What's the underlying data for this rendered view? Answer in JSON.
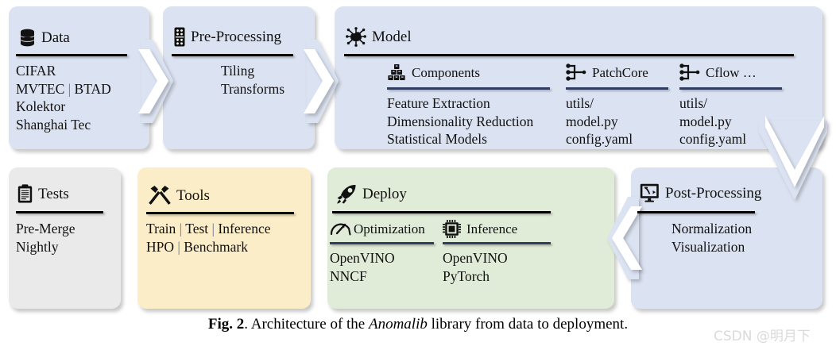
{
  "figure": {
    "caption_prefix": "Fig. 2",
    "caption_rest_a": ". Architecture of the ",
    "caption_em": "Anomalib",
    "caption_rest_b": " library from data to deployment.",
    "watermark": "CSDN @明月下"
  },
  "colors": {
    "blue": "#dbe2f1",
    "gray": "#eaeaea",
    "cream": "#fcedc9",
    "green": "#e1ecd8",
    "rule": "#000000",
    "rule_sub": "#2f3d63",
    "text": "#111111",
    "watermark": "#dadada"
  },
  "blocks": {
    "data": {
      "title": "Data",
      "icon": "database-icon",
      "items": [
        "CIFAR",
        "MVTEC | BTAD",
        "Kolektor",
        "Shanghai Tec"
      ]
    },
    "preprocessing": {
      "title": "Pre-Processing",
      "icon": "domino-icon",
      "items": [
        "Tiling",
        "Transforms"
      ]
    },
    "model": {
      "title": "Model",
      "icon": "network-hub-icon",
      "columns": [
        {
          "title": "Components",
          "icon": "blocks-stack-icon",
          "items": [
            "Feature Extraction",
            "Dimensionality Reduction",
            "Statistical Models"
          ]
        },
        {
          "title": "PatchCore",
          "icon": "tree-merge-icon",
          "items": [
            "utils/",
            "model.py",
            "config.yaml"
          ]
        },
        {
          "title": "Cflow …",
          "icon": "tree-merge-icon",
          "items": [
            "utils/",
            "model.py",
            "config.yaml"
          ]
        }
      ]
    },
    "tests": {
      "title": "Tests",
      "icon": "clipboard-icon",
      "items": [
        "Pre-Merge",
        "Nightly"
      ]
    },
    "tools": {
      "title": "Tools",
      "icon": "hammers-icon",
      "items": [
        "Train | Test | Inference",
        "HPO | Benchmark"
      ]
    },
    "deploy": {
      "title": "Deploy",
      "icon": "rocket-icon",
      "columns": [
        {
          "title": "Optimization",
          "icon": "gauge-icon",
          "items": [
            "OpenVINO",
            "NNCF"
          ]
        },
        {
          "title": "Inference",
          "icon": "cpu-chip-icon",
          "items": [
            "OpenVINO",
            "PyTorch"
          ]
        }
      ]
    },
    "postprocessing": {
      "title": "Post-Processing",
      "icon": "monitor-chart-icon",
      "items": [
        "Normalization",
        "Visualization"
      ]
    }
  }
}
